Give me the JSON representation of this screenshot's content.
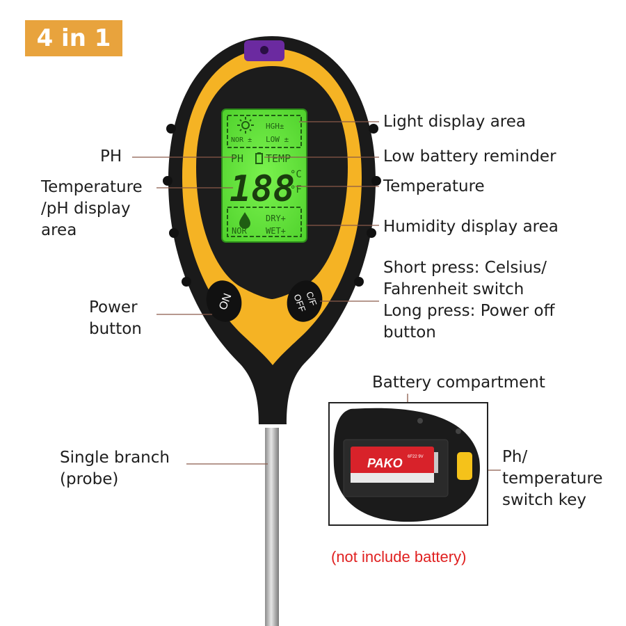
{
  "badge": {
    "text": "4 in 1"
  },
  "callouts": {
    "light_display": "Light display area",
    "low_battery": "Low battery reminder",
    "temperature_right": "Temperature",
    "humidity": "Humidity display area",
    "cf_switch": [
      "Short press: Celsius/",
      "Fahrenheit switch",
      "Long press: Power off",
      "button"
    ],
    "ph": "PH",
    "temp_ph_area": [
      "Temperature",
      "/pH display",
      "area"
    ],
    "power_button": [
      "Power",
      "button"
    ],
    "probe": [
      "Single branch",
      "(probe)"
    ],
    "battery_compartment": "Battery compartment",
    "switch_key": [
      "Ph/",
      "temperature",
      "switch key"
    ]
  },
  "device": {
    "on_button": "ON",
    "cf_button": [
      "C/F",
      "OFF"
    ],
    "lcd": {
      "sun_icon": "sun-icon",
      "light_high": "HGH±",
      "light_nor": "NOR ±",
      "light_low": "LOW ±",
      "ph_mode": "PH",
      "battery_icon": "battery-icon",
      "temp_mode": "TEMP",
      "digits": "188",
      "unit_c": "°C",
      "unit_f": "°F",
      "drop_icon": "water-drop-icon",
      "dry": "DRY+",
      "nor": "NOR",
      "wet": "WET+"
    },
    "battery_label": "PAKO",
    "battery_spec": "6F22 9V"
  },
  "note": "(not include battery)",
  "colors": {
    "badge": "#e8a33d",
    "body_yellow": "#f5b324",
    "body_black": "#1a1a1a",
    "lcd_green": "#5ee33c",
    "note_red": "#e02020"
  }
}
